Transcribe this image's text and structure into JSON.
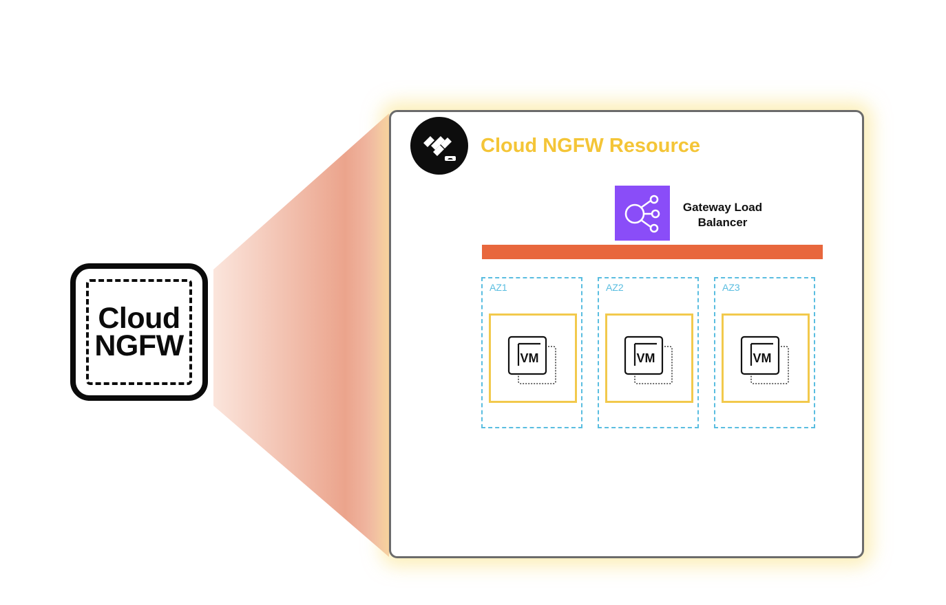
{
  "left_icon": {
    "line1": "Cloud",
    "line2": "NGFW"
  },
  "resource": {
    "title": "Cloud NGFW Resource"
  },
  "load_balancer": {
    "line1": "Gateway  Load",
    "line2": "Balancer"
  },
  "zones": [
    {
      "label": "AZ1",
      "vm_label": "VM"
    },
    {
      "label": "AZ2",
      "vm_label": "VM"
    },
    {
      "label": "AZ3",
      "vm_label": "VM"
    }
  ],
  "colors": {
    "title": "#f4c537",
    "bar": "#e8673d",
    "load_balancer": "#8a4df8",
    "zone_border": "#59bde0",
    "vm_border": "#f2c94c",
    "cone": "#eba48c"
  }
}
